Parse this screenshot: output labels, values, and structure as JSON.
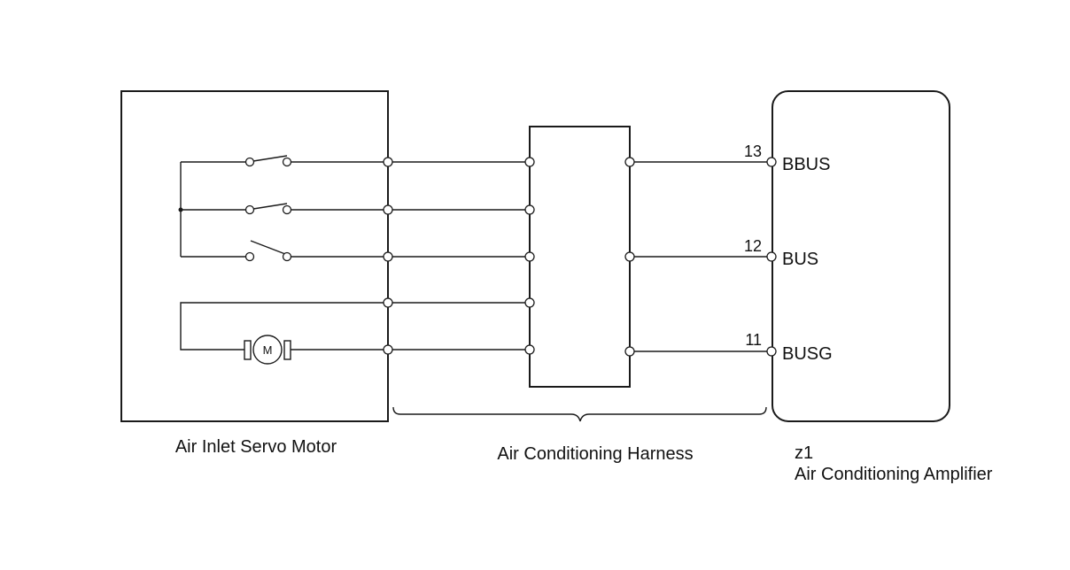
{
  "servo_motor": {
    "label": "Air Inlet Servo Motor",
    "motor_symbol": "M"
  },
  "harness": {
    "label": "Air Conditioning Harness"
  },
  "amplifier": {
    "connector": "z1",
    "label": "Air Conditioning Amplifier",
    "pins": [
      {
        "number": "13",
        "name": "BBUS"
      },
      {
        "number": "12",
        "name": "BUS"
      },
      {
        "number": "11",
        "name": "BUSG"
      }
    ]
  }
}
